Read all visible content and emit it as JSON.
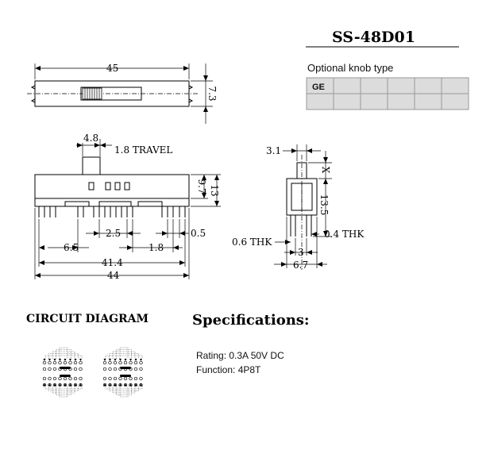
{
  "model": "SS-48D01",
  "knob_table": {
    "title": "Optional knob type",
    "label": "GE"
  },
  "top_view": {
    "length": "45",
    "height": "7.3"
  },
  "front_view": {
    "knob_width": "4.8",
    "travel": "1.8 TRAVEL",
    "h1": "9.7",
    "h2": "13",
    "pitch_a": "2.5",
    "pitch_b": "0.5",
    "pitch_c": "6.5",
    "pitch_d": "1.8",
    "span_pins": "41.4",
    "span_body": "44"
  },
  "side_view": {
    "knob": "3.1",
    "x": "X",
    "h": "13.5",
    "thk1": "0.6 THK",
    "thk2": "0.4 THK",
    "w1": "3",
    "w2": "6.7"
  },
  "circuit_title": "CIRCUIT DIAGRAM",
  "spec_title": "Specifications:",
  "specs": {
    "rating": "Rating: 0.3A 50V DC",
    "function": "Function: 4P8T"
  }
}
